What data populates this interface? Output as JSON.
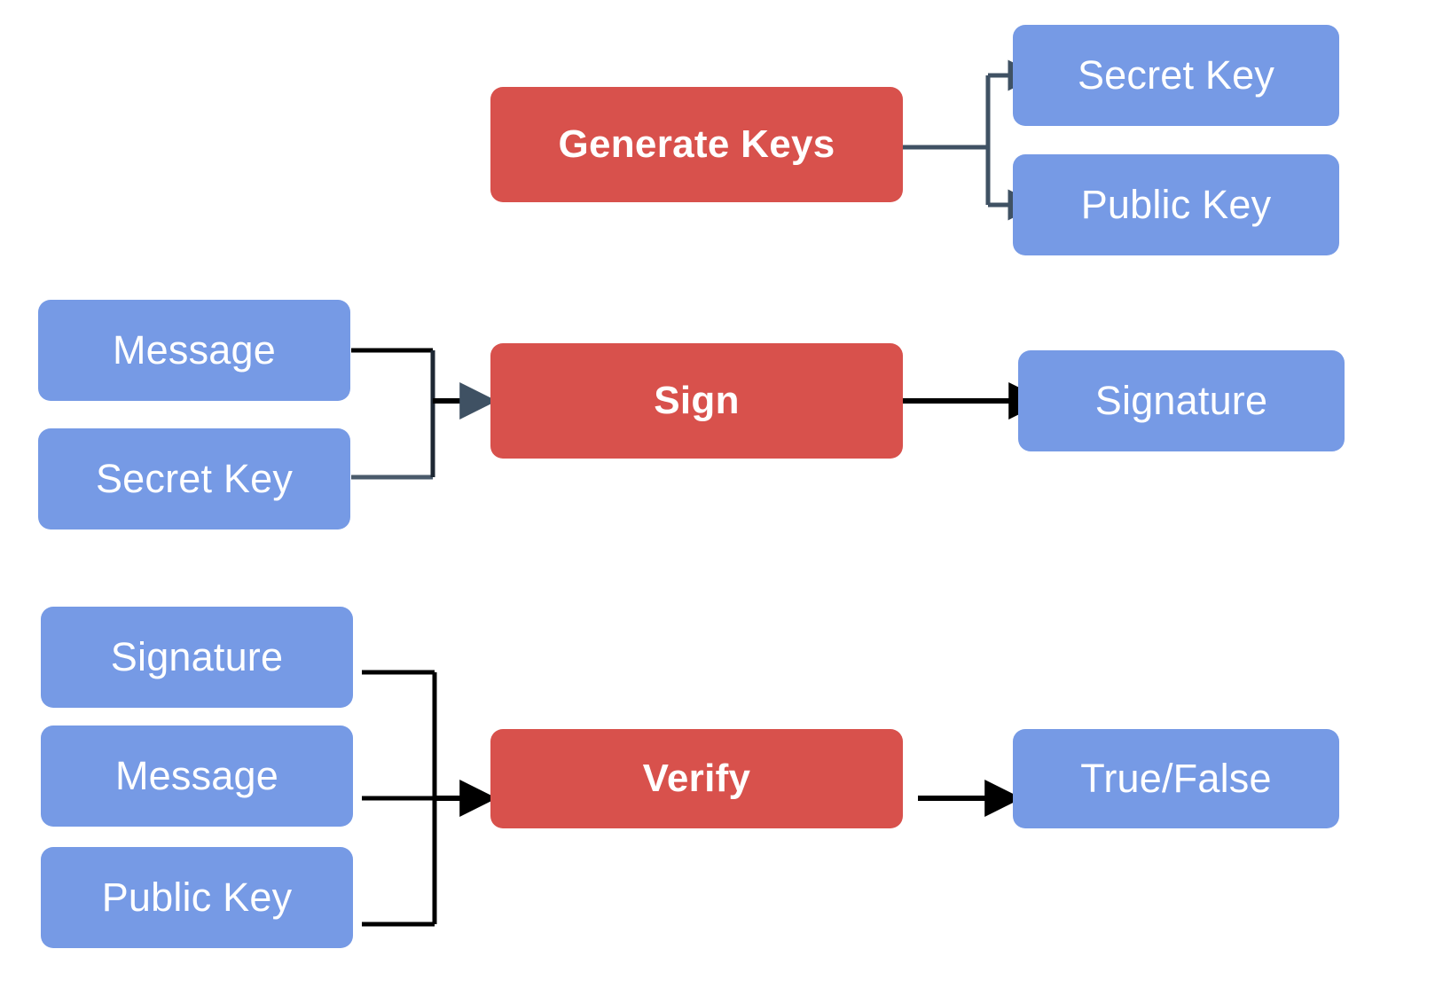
{
  "diagram": {
    "title_visible": false,
    "background": "#ffffff",
    "colors": {
      "process_box": "#d8514c",
      "data_box": "#769ae5",
      "box_text": "#ffffff",
      "edge_dark": "#3f5163",
      "edge_black": "#000000"
    },
    "sections": [
      {
        "id": "generate-keys",
        "process": {
          "label": "Generate Keys"
        },
        "inputs": [],
        "outputs": [
          {
            "label": "Secret Key"
          },
          {
            "label": "Public Key"
          }
        ]
      },
      {
        "id": "sign",
        "process": {
          "label": "Sign"
        },
        "inputs": [
          {
            "label": "Message"
          },
          {
            "label": "Secret Key"
          }
        ],
        "outputs": [
          {
            "label": "Signature"
          }
        ]
      },
      {
        "id": "verify",
        "process": {
          "label": "Verify"
        },
        "inputs": [
          {
            "label": "Signature"
          },
          {
            "label": "Message"
          },
          {
            "label": "Public Key"
          }
        ],
        "outputs": [
          {
            "label": "True/False"
          }
        ]
      }
    ]
  }
}
